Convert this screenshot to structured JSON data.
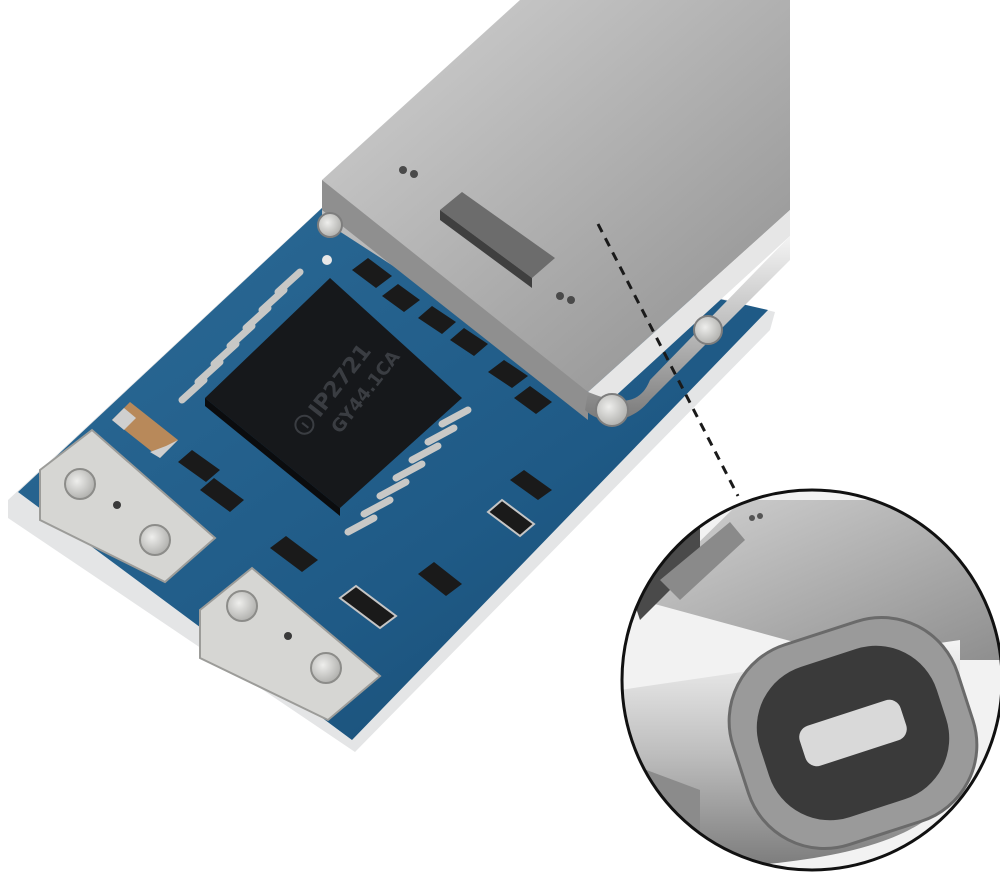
{
  "product": {
    "chip": {
      "logo_text": "I",
      "marking_line1": "IP2721",
      "marking_line2": "GY44.1CA"
    }
  },
  "colors": {
    "background": "#ffffff",
    "pcb_blue": "#1f5a86",
    "pcb_edge": "#d9dadb",
    "chip_body": "#16181b",
    "metal": "#b6b6b6",
    "pad_silver": "#c9c9c7"
  },
  "callout": {
    "shape": "circle",
    "subject": "usb-c-connector-closeup",
    "leader_line": "dashed"
  }
}
